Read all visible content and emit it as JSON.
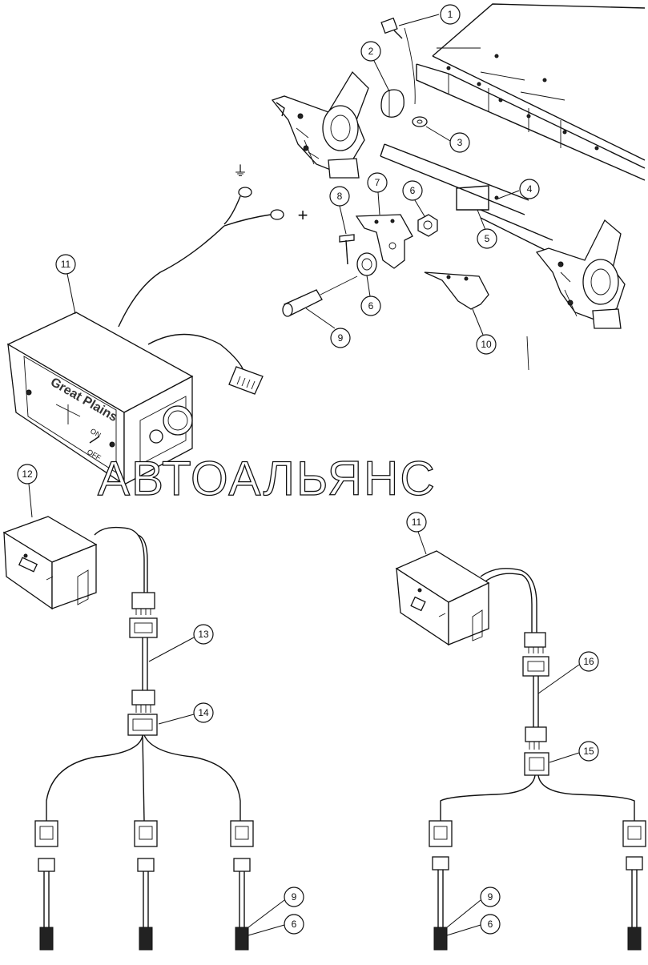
{
  "watermark": "АВТОАЛЬЯНС",
  "panel": {
    "brand": "Great Plains",
    "switch_on": "ON",
    "switch_off": "OFF"
  },
  "ground_symbol": "⏚",
  "plus_symbol": "+",
  "callouts": [
    {
      "id": "c1",
      "label": "1"
    },
    {
      "id": "c2",
      "label": "2"
    },
    {
      "id": "c3",
      "label": "3"
    },
    {
      "id": "c4",
      "label": "4"
    },
    {
      "id": "c5",
      "label": "5"
    },
    {
      "id": "c6a",
      "label": "6"
    },
    {
      "id": "c7",
      "label": "7"
    },
    {
      "id": "c8",
      "label": "8"
    },
    {
      "id": "c6b",
      "label": "6"
    },
    {
      "id": "c9a",
      "label": "9"
    },
    {
      "id": "c10",
      "label": "10"
    },
    {
      "id": "c11a",
      "label": "11"
    },
    {
      "id": "c12",
      "label": "12"
    },
    {
      "id": "c13",
      "label": "13"
    },
    {
      "id": "c14",
      "label": "14"
    },
    {
      "id": "c11b",
      "label": "11"
    },
    {
      "id": "c16",
      "label": "16"
    },
    {
      "id": "c15",
      "label": "15"
    },
    {
      "id": "c9b",
      "label": "9"
    },
    {
      "id": "c6c",
      "label": "6"
    },
    {
      "id": "c9c",
      "label": "9"
    },
    {
      "id": "c6d",
      "label": "6"
    }
  ]
}
